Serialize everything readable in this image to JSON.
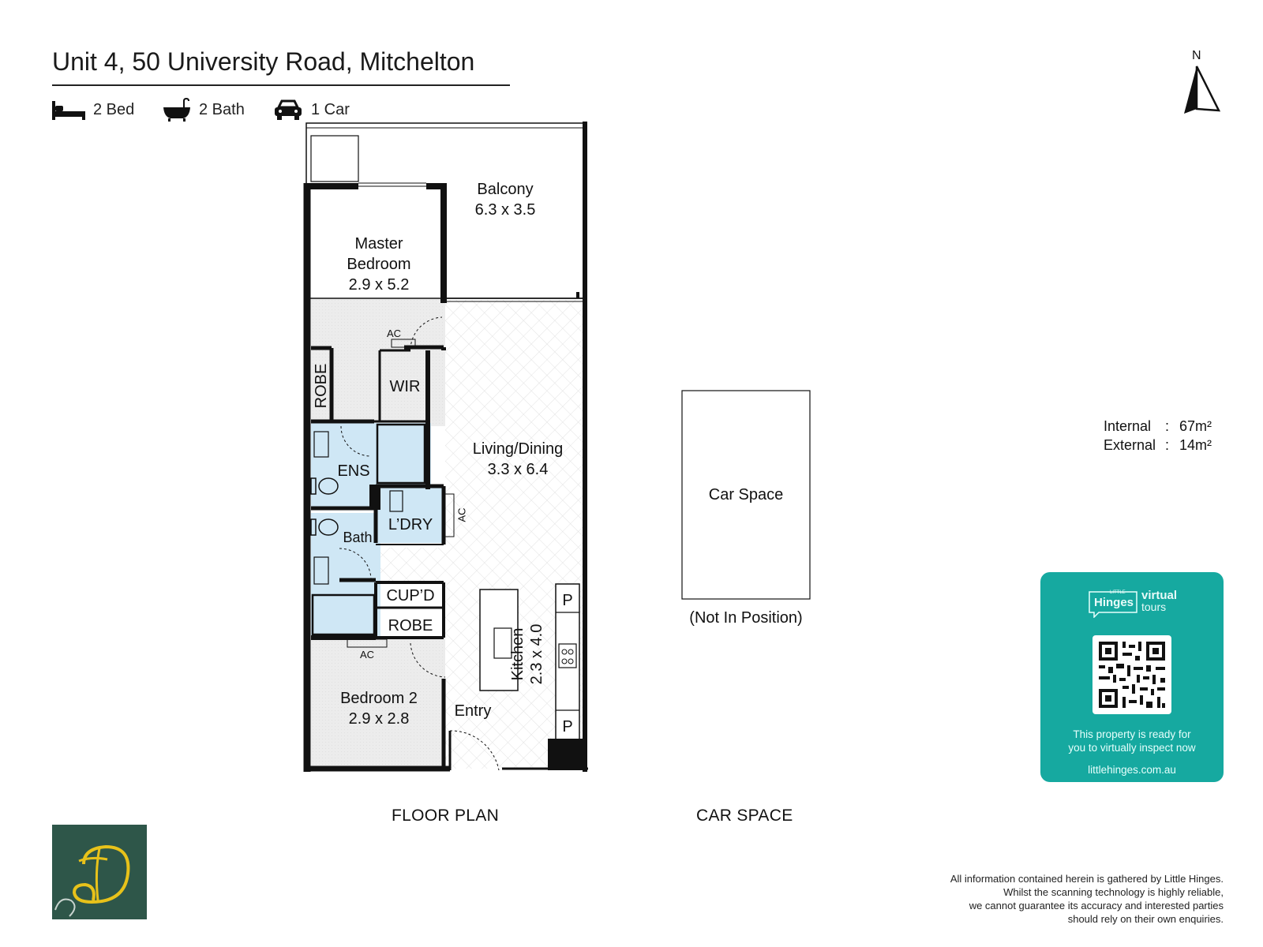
{
  "title": "Unit 4, 50 University Road, Mitchelton",
  "specs": {
    "bed": "2 Bed",
    "bath": "2 Bath",
    "car": "1 Car"
  },
  "compass": {
    "label": "N"
  },
  "rooms": {
    "balcony": {
      "name": "Balcony",
      "size": "6.3 x 3.5"
    },
    "master": {
      "name_line1": "Master",
      "name_line2": "Bedroom",
      "size": "2.9 x 5.2"
    },
    "robe_vertical": "ROBE",
    "wir": "WIR",
    "ens": "ENS",
    "living": {
      "name": "Living/Dining",
      "size": "3.3 x 6.4"
    },
    "laundry": "L’DRY",
    "bath": "Bath",
    "cupd": "CUP’D",
    "robe2": "ROBE",
    "kitchen": {
      "name": "Kitchen",
      "size": "2.3 x 4.0"
    },
    "bedroom2": {
      "name": "Bedroom 2",
      "size": "2.9 x 2.8"
    },
    "entry": "Entry",
    "ac_labels": [
      "AC",
      "AC",
      "AC"
    ],
    "pantry_labels": [
      "P",
      "P"
    ]
  },
  "car_space": {
    "label": "Car Space",
    "note": "(Not In Position)"
  },
  "captions": {
    "floor_plan": "FLOOR PLAN",
    "car_space": "CAR SPACE"
  },
  "areas": {
    "internal_label": "Internal",
    "internal_value": "67m²",
    "external_label": "External",
    "external_value": "14m²",
    "separator": ":"
  },
  "virtual_tours": {
    "brand_small": "LITTLE",
    "brand_name": "Hinges",
    "brand_line1": "virtual",
    "brand_line2": "tours",
    "message_line1": "This property is ready for",
    "message_line2": "you to virtually inspect now",
    "url": "littlehinges.com.au",
    "accent": "#16a9a0"
  },
  "logo": {
    "color": "#2e5649",
    "accent": "#e8c21a"
  },
  "disclaimer": {
    "line1": "All information contained herein is gathered by Little Hinges.",
    "line2": "Whilst the scanning technology is highly reliable,",
    "line3": "we cannot guarantee its accuracy and interested parties",
    "line4": "should rely on their own enquiries."
  }
}
